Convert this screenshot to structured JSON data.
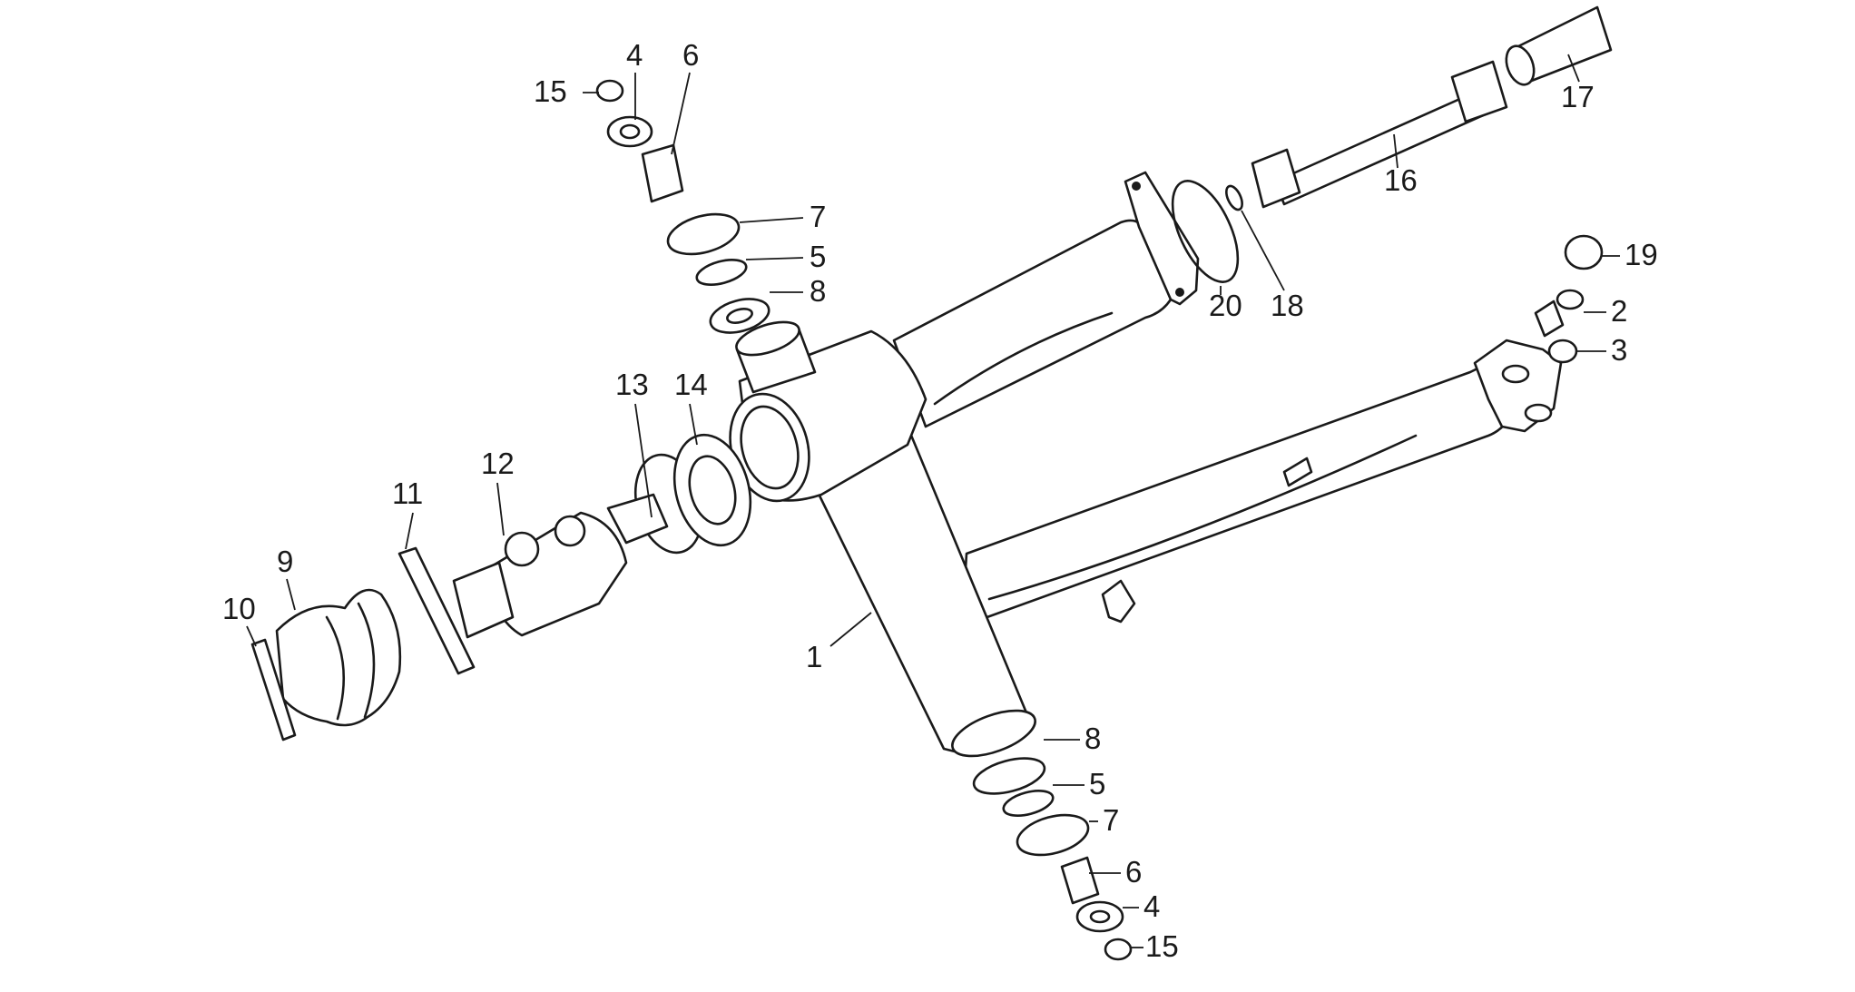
{
  "diagram": {
    "type": "exploded-parts-diagram",
    "background": "#ffffff",
    "line_color": "#1a1a1a",
    "callouts": [
      {
        "id": "c15a",
        "text": "15"
      },
      {
        "id": "c4a",
        "text": "4"
      },
      {
        "id": "c6a",
        "text": "6"
      },
      {
        "id": "c7a",
        "text": "7"
      },
      {
        "id": "c5a",
        "text": "5"
      },
      {
        "id": "c8a",
        "text": "8"
      },
      {
        "id": "c17",
        "text": "17"
      },
      {
        "id": "c16",
        "text": "16"
      },
      {
        "id": "c19",
        "text": "19"
      },
      {
        "id": "c2",
        "text": "2"
      },
      {
        "id": "c3",
        "text": "3"
      },
      {
        "id": "c20",
        "text": "20"
      },
      {
        "id": "c18",
        "text": "18"
      },
      {
        "id": "c13",
        "text": "13"
      },
      {
        "id": "c14",
        "text": "14"
      },
      {
        "id": "c12",
        "text": "12"
      },
      {
        "id": "c11",
        "text": "11"
      },
      {
        "id": "c9",
        "text": "9"
      },
      {
        "id": "c10",
        "text": "10"
      },
      {
        "id": "c1",
        "text": "1"
      },
      {
        "id": "c8b",
        "text": "8"
      },
      {
        "id": "c5b",
        "text": "5"
      },
      {
        "id": "c7b",
        "text": "7"
      },
      {
        "id": "c6b",
        "text": "6"
      },
      {
        "id": "c4b",
        "text": "4"
      },
      {
        "id": "c15b",
        "text": "15"
      }
    ]
  }
}
